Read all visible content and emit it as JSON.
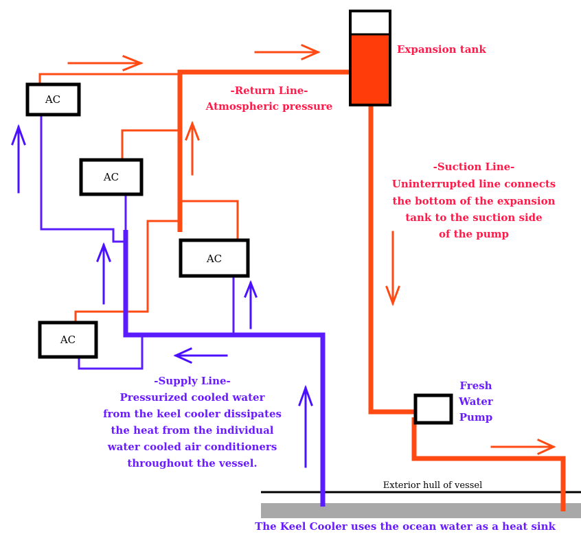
{
  "colors": {
    "return_line": "#ff4a14",
    "supply_line": "#5a1cff",
    "arrow_orange": "#ff4a14",
    "arrow_blue": "#4a10ff",
    "tank_water": "#ff3c0a",
    "red_text": "#ff1a4a",
    "blue_text": "#6a1cff",
    "ocean": "#a8a8a8"
  },
  "labels": {
    "expansion_tank": "Expansion tank",
    "return_line_title": "-Return Line-",
    "return_line_sub": "Atmospheric pressure",
    "suction_title": "-Suction Line-",
    "suction_line1": "Uninterrupted line connects",
    "suction_line2": "the bottom of the expansion",
    "suction_line3": "tank to the suction side",
    "suction_line4": "of the pump",
    "pump_line1": "Fresh",
    "pump_line2": "Water",
    "pump_line3": "Pump",
    "supply_title": "-Supply Line-",
    "supply_line1": "Pressurized cooled water",
    "supply_line2": "from the keel cooler dissipates",
    "supply_line3": "the heat from the individual",
    "supply_line4": "water cooled air conditioners",
    "supply_line5": "throughout the vessel.",
    "hull": "Exterior hull of vessel",
    "keel_cooler": "The Keel Cooler uses the ocean water as a heat sink"
  },
  "ac_units": [
    {
      "label": "AC"
    },
    {
      "label": "AC"
    },
    {
      "label": "AC"
    },
    {
      "label": "AC"
    }
  ]
}
